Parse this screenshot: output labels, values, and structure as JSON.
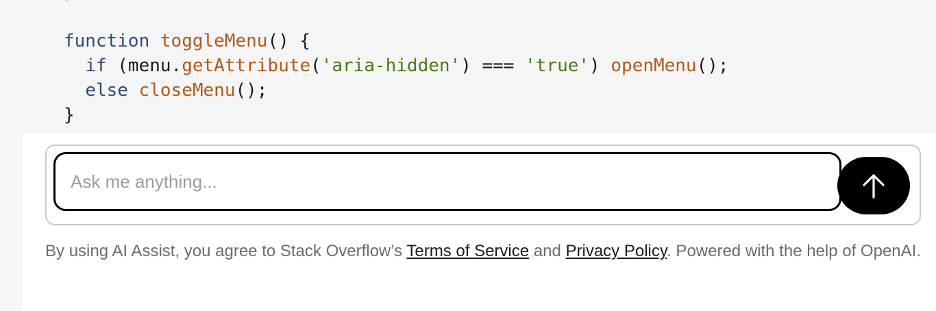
{
  "code_block": {
    "lines": [
      [
        {
          "t": "pl",
          "v": "}"
        }
      ],
      [
        {
          "t": "pl",
          "v": ""
        }
      ],
      [
        {
          "t": "kw",
          "v": "function"
        },
        {
          "t": "pl",
          "v": " "
        },
        {
          "t": "fn",
          "v": "toggleMenu"
        },
        {
          "t": "pl",
          "v": "() {"
        }
      ],
      [
        {
          "t": "pl",
          "v": "  "
        },
        {
          "t": "kw",
          "v": "if"
        },
        {
          "t": "pl",
          "v": " (menu."
        },
        {
          "t": "fn",
          "v": "getAttribute"
        },
        {
          "t": "pl",
          "v": "("
        },
        {
          "t": "str",
          "v": "'aria-hidden'"
        },
        {
          "t": "pl",
          "v": ") === "
        },
        {
          "t": "str",
          "v": "'true'"
        },
        {
          "t": "pl",
          "v": ") "
        },
        {
          "t": "fn",
          "v": "openMenu"
        },
        {
          "t": "pl",
          "v": "();"
        }
      ],
      [
        {
          "t": "pl",
          "v": "  "
        },
        {
          "t": "kw",
          "v": "else"
        },
        {
          "t": "pl",
          "v": " "
        },
        {
          "t": "fn",
          "v": "closeMenu"
        },
        {
          "t": "pl",
          "v": "();"
        }
      ],
      [
        {
          "t": "pl",
          "v": "}"
        }
      ]
    ]
  },
  "prompt": {
    "placeholder": "Ask me anything...",
    "value": ""
  },
  "send_button": {
    "icon": "arrow-up-icon"
  },
  "disclaimer": {
    "prefix": "By using AI Assist, you agree to Stack Overflow’s ",
    "terms_label": "Terms of Service",
    "middle": " and ",
    "privacy_label": "Privacy Policy",
    "suffix": ". Powered with the help of OpenAI."
  },
  "colors": {
    "keyword": "#2f4a7a",
    "function": "#b05a1e",
    "string": "#4a7a1a",
    "send_button_bg": "#000000"
  }
}
